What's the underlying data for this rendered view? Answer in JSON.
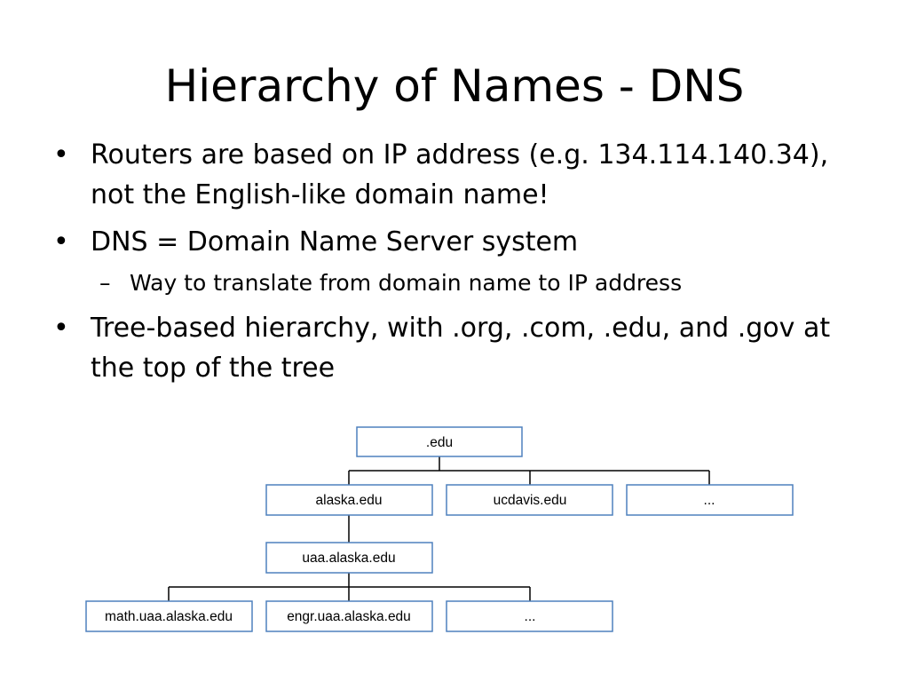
{
  "slide": {
    "title": "Hierarchy of Names - DNS",
    "bullets": [
      {
        "text": "Routers are based on IP address (e.g. 134.114.140.34), not the English-like domain name!"
      },
      {
        "text": "DNS = Domain Name Server system",
        "sub": [
          {
            "text": "Way to translate from domain name to IP address"
          }
        ]
      },
      {
        "text": "Tree-based hierarchy, with .org, .com, .edu, and .gov at the top of the tree"
      }
    ],
    "bullet_marker": "•",
    "sub_bullet_marker": "–"
  },
  "tree": {
    "node_border_color": "#4f81bd",
    "edge_color": "#000000",
    "root": {
      "label": ".edu"
    },
    "level1": [
      {
        "label": "alaska.edu"
      },
      {
        "label": "ucdavis.edu"
      },
      {
        "label": "..."
      }
    ],
    "level2": [
      {
        "label": "uaa.alaska.edu"
      }
    ],
    "level3": [
      {
        "label": "math.uaa.alaska.edu"
      },
      {
        "label": "engr.uaa.alaska.edu"
      },
      {
        "label": "..."
      }
    ]
  }
}
